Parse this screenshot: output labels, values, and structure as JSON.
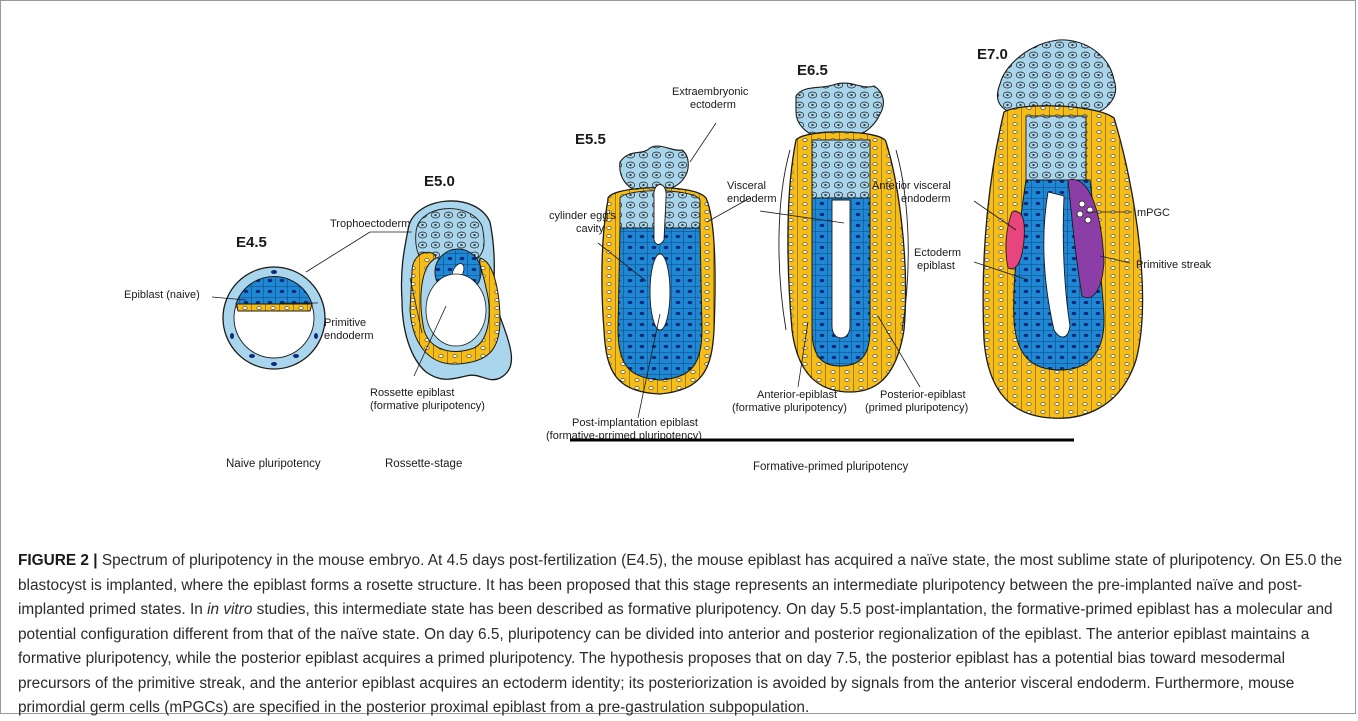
{
  "figure": {
    "stages": {
      "e45": "E4.5",
      "e50": "E5.0",
      "e55": "E5.5",
      "e65": "E6.5",
      "e70": "E7.0"
    },
    "labels": {
      "trophoectoderm": "Trophoectoderm",
      "epiblast_naive": "Epiblast (naive)",
      "primitive_endoderm_1": "Primitive",
      "primitive_endoderm_2": "endoderm",
      "rossette_epiblast_1": "Rossette epiblast",
      "rossette_epiblast_2": "(formative pluripotency)",
      "extraembryonic_1": "Extraembryonic",
      "extraembryonic_2": "ectoderm",
      "cylinder_cavity_1": "cylinder egg's",
      "cylinder_cavity_2": "cavity",
      "visceral_endoderm_1": "Visceral",
      "visceral_endoderm_2": "endoderm",
      "post_implantation_1": "Post-implantation epiblast",
      "post_implantation_2": "(formative-prrimed  pluripotency)",
      "anterior_epiblast_1": "Anterior-epiblast",
      "anterior_epiblast_2": "(formative pluripotency)",
      "posterior_epiblast_1": "Posterior-epiblast",
      "posterior_epiblast_2": "(primed pluripotency)",
      "anterior_visceral_1": "Anterior visceral",
      "anterior_visceral_2": "endoderm",
      "ectoderm_epiblast_1": "Ectoderm",
      "ectoderm_epiblast_2": "epiblast",
      "mpgc": "mPGC",
      "primitive_streak": "Primitive streak"
    },
    "categories": {
      "naive": "Naive pluripotency",
      "rossette": "Rossette-stage",
      "formative_primed": "Formative-primed pluripotency"
    },
    "colors": {
      "light_blue": "#a9d6ec",
      "mid_blue": "#1e88d4",
      "dark_blue": "#0e2a78",
      "yellow": "#f6bd16",
      "pink": "#e8457f",
      "purple": "#8b3fa6",
      "outline": "#1a1a1a"
    }
  },
  "caption": {
    "label": "FIGURE 2 |",
    "p1": " Spectrum of pluripotency in the mouse embryo. At 4.5 days post-fertilization (E4.5), the mouse epiblast has acquired a naïve state, the most sublime state of pluripotency. On E5.0 the blastocyst is implanted, where the epiblast forms a rosette structure. It has been proposed that this stage represents an intermediate pluripotency between the pre-implanted naïve and post-implanted primed states. In ",
    "italic": "in vitro",
    "p2": " studies, this intermediate state has been described as formative pluripotency. On day 5.5 post-implantation, the formative-primed epiblast has a molecular and potential configuration different from that of the naïve state. On day 6.5, pluripotency can be divided into anterior and posterior regionalization of the epiblast. The anterior epiblast maintains a formative pluripotency, while the posterior epiblast acquires a primed pluripotency. The hypothesis proposes that on day 7.5, the posterior epiblast has a potential bias toward mesodermal precursors of the primitive streak, and the anterior epiblast acquires an ectoderm identity; its posteriorization is avoided by signals from the anterior visceral endoderm. Furthermore, mouse primordial germ cells (mPGCs) are specified in the posterior proximal epiblast from a pre-gastrulation subpopulation."
  }
}
